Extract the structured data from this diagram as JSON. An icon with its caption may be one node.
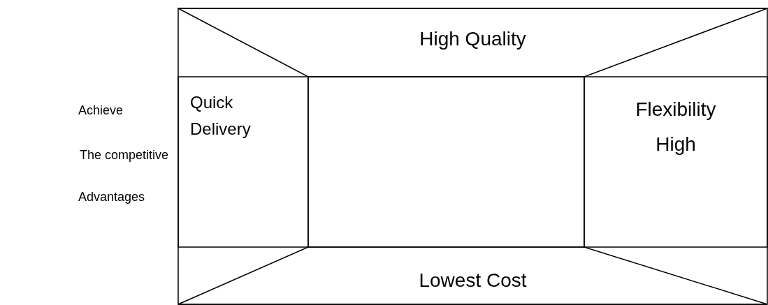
{
  "diagram": {
    "nodes": [
      {
        "text": [
          "High Quality"
        ]
      },
      {
        "text": [
          "Quick Delivery"
        ]
      },
      {
        "text": [],
        "shape": "box"
      },
      {
        "text": [
          "Flexibility High"
        ]
      },
      {
        "text": [
          "Lowest Cost"
        ]
      }
    ],
    "edges": [],
    "labels": [
      "Achieve",
      "The competitive",
      "Advantages"
    ]
  }
}
